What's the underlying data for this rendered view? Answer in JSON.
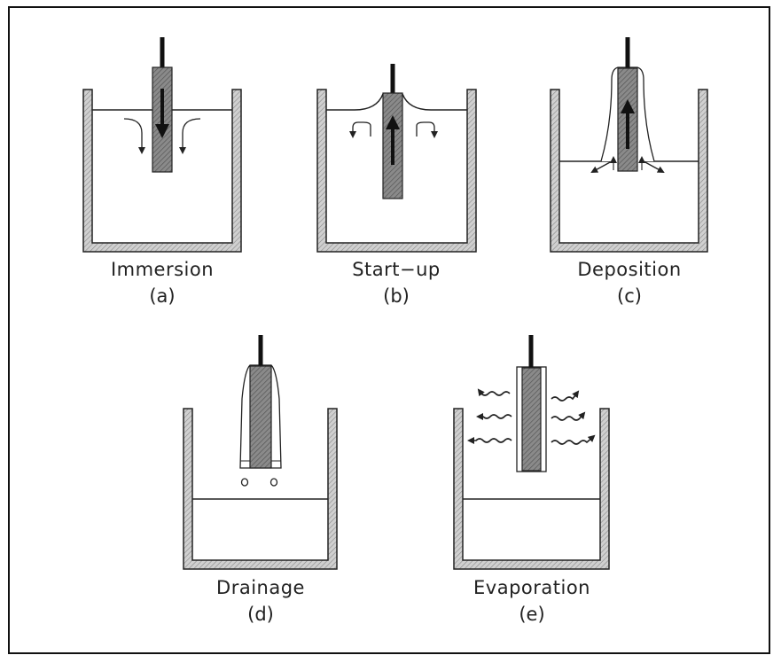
{
  "panels": [
    {
      "id": "a",
      "label": "Immersion",
      "letter": "(a)"
    },
    {
      "id": "b",
      "label": "Start−up",
      "letter": "(b)"
    },
    {
      "id": "c",
      "label": "Deposition",
      "letter": "(c)"
    },
    {
      "id": "d",
      "label": "Drainage",
      "letter": "(d)"
    },
    {
      "id": "e",
      "label": "Evaporation",
      "letter": "(e)"
    }
  ],
  "colors": {
    "frame": "#111111",
    "wall_fill": "#c8c8c8",
    "substrate_fill": "#7a7a7a",
    "line": "#222222"
  },
  "icons": [
    "down-arrow-icon",
    "up-arrow-icon",
    "flow-arrow-icon",
    "wavy-vapor-arrow-icon",
    "droplet-icon"
  ]
}
